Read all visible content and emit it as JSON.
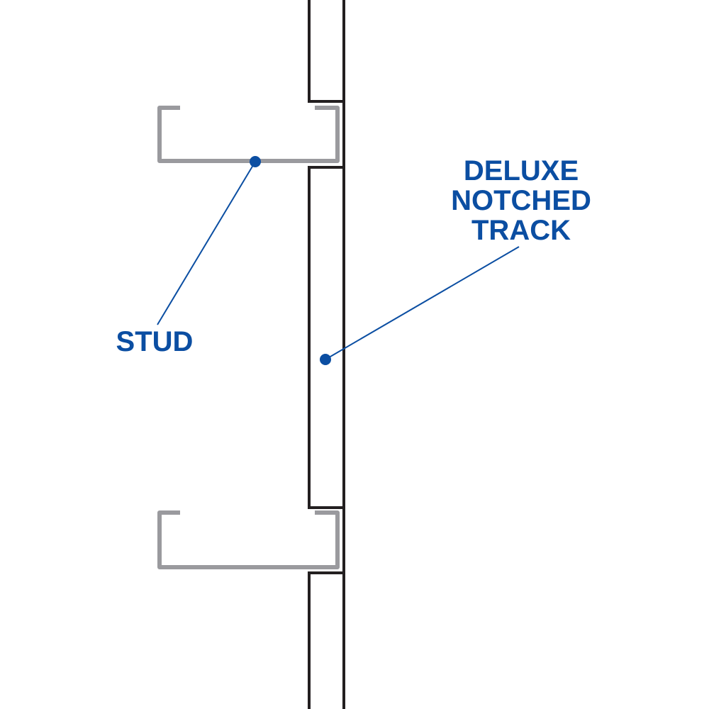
{
  "labels": {
    "stud": "STUD",
    "track_line1": "DELUXE",
    "track_line2": "NOTCHED",
    "track_line3": "TRACK"
  },
  "colors": {
    "accent": "#0b4ea2",
    "track": "#231f20",
    "stud": "#9a9a9e"
  }
}
